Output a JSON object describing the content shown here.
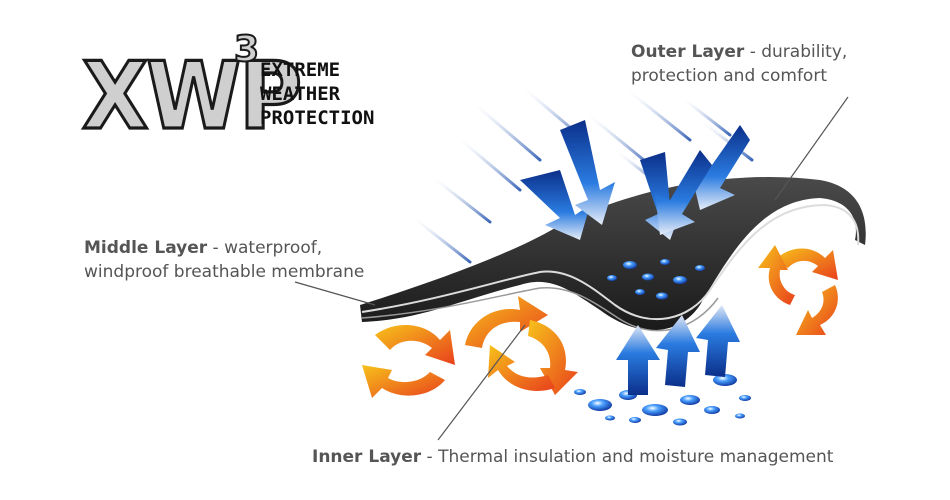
{
  "logo": {
    "main": "XWP",
    "superscript": "3",
    "line1": "EXTREME",
    "line2": "WEATHER",
    "line3": "PROTECTION"
  },
  "callouts": {
    "outer": {
      "title": "Outer Layer",
      "line1": " - durability,",
      "line2": "protection and comfort"
    },
    "middle": {
      "title": "Middle Layer",
      "line1": " - waterproof,",
      "line2": "windproof breathable membrane"
    },
    "inner": {
      "title": "Inner Layer",
      "line1": " - Thermal insulation and moisture management"
    }
  },
  "colors": {
    "text": "#555555",
    "fabric": "#2b2b2b",
    "blue_arrow": "#1f5fd1",
    "rain": "#8fa3c9",
    "heat_orange": "#f26522",
    "heat_yellow": "#f7c21b"
  }
}
